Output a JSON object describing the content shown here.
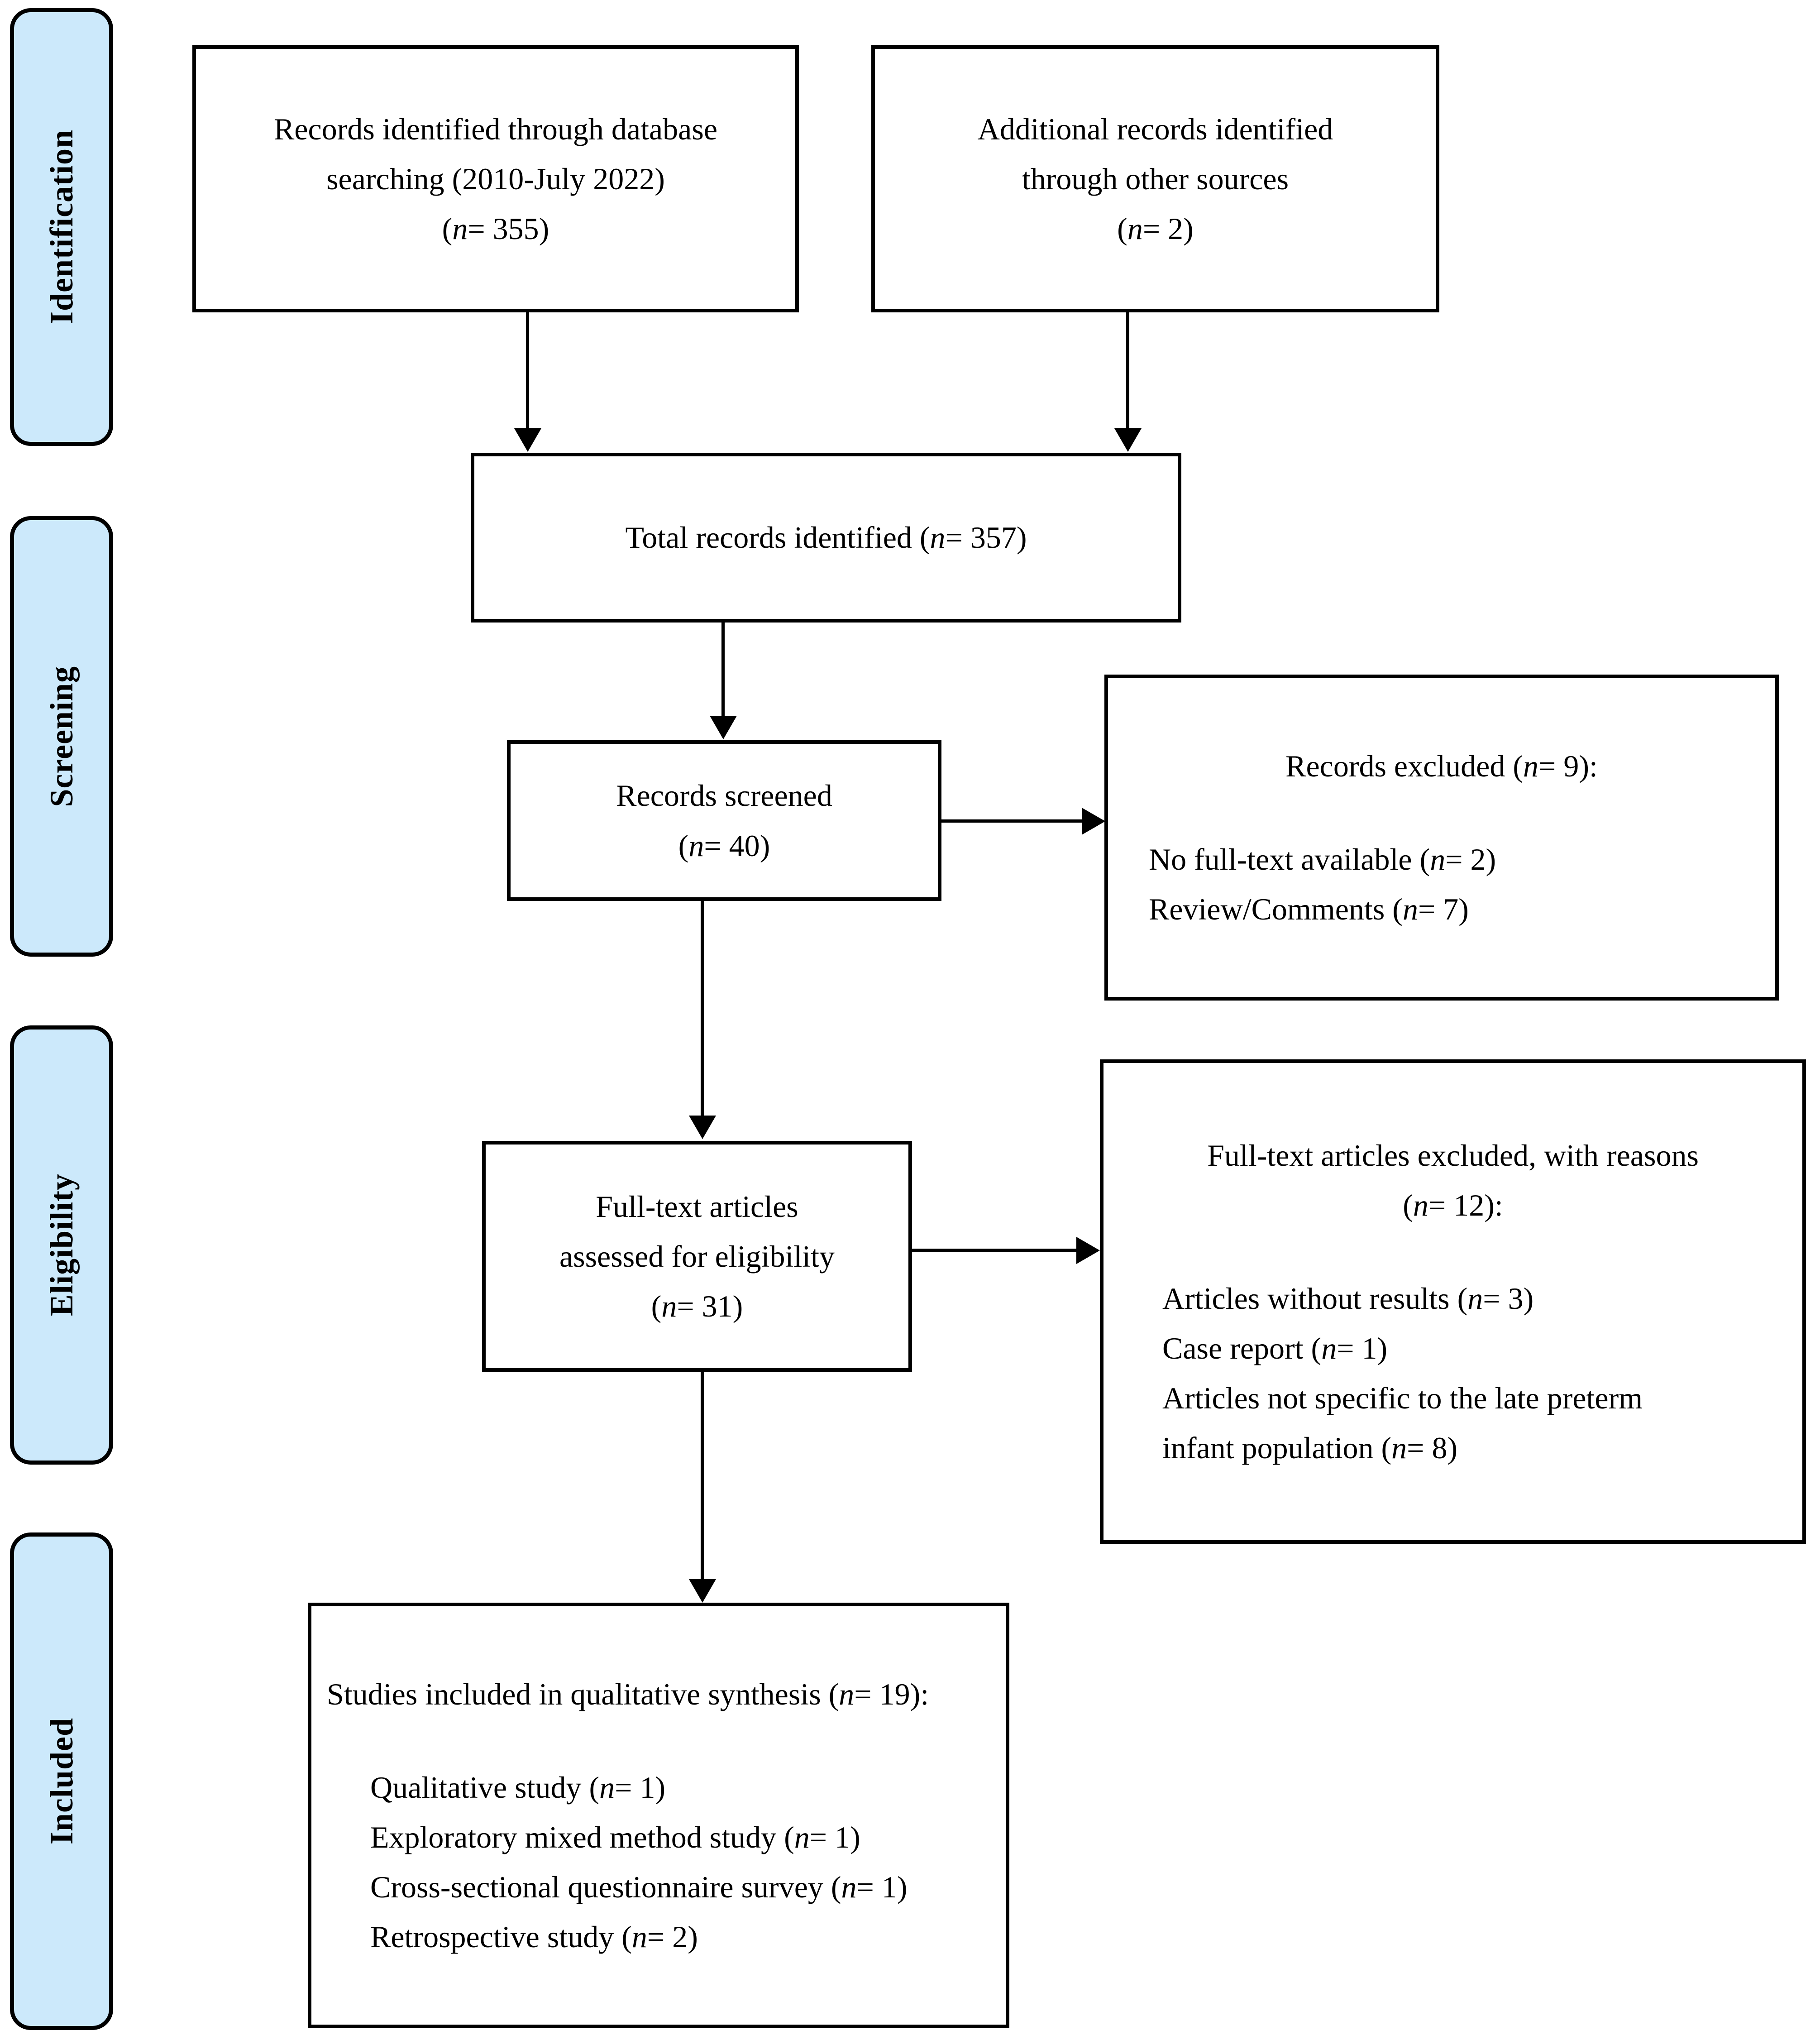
{
  "diagram": {
    "title": "PRISMA study selection flow diagram",
    "accent_color": "#cce9fb",
    "border_color": "#000000",
    "background_color": "#ffffff"
  },
  "stages": [
    {
      "id": "identification",
      "label": "Identification"
    },
    {
      "id": "screening",
      "label": "Screening"
    },
    {
      "id": "eligibility",
      "label": "Eligibility"
    },
    {
      "id": "included",
      "label": "Included"
    }
  ],
  "boxes": {
    "database_search": {
      "line1": "Records identified through database",
      "line2": "searching (2010-July 2022)",
      "line3_pre": "(",
      "line3_n": "n",
      "line3_post": "= 355)"
    },
    "other_sources": {
      "line1": "Additional records identified",
      "line2": "through other sources",
      "line3_pre": "(",
      "line3_n": "n",
      "line3_post": "= 2)"
    },
    "total_records": {
      "line1_pre": "Total records identified (",
      "line1_n": "n",
      "line1_post": "= 357)"
    },
    "records_screened": {
      "line1": "Records screened",
      "line2_pre": "(",
      "line2_n": "n",
      "line2_post": "= 40)"
    },
    "records_excluded": {
      "line1_pre": "Records excluded (",
      "line1_n": "n",
      "line1_post": "= 9):",
      "line2_pre": "No full-text available (",
      "line2_n": "n",
      "line2_post": "= 2)",
      "line3_pre": "Review/Comments (",
      "line3_n": "n",
      "line3_post": "= 7)"
    },
    "fulltext_assessed": {
      "line1": "Full-text articles",
      "line2": "assessed for eligibility",
      "line3_pre": "(",
      "line3_n": "n",
      "line3_post": "= 31)"
    },
    "fulltext_excluded": {
      "line1": "Full-text articles excluded, with reasons",
      "line2_pre": "(",
      "line2_n": "n",
      "line2_post": "= 12):",
      "reason1_pre": "Articles without results (",
      "reason1_n": "n",
      "reason1_post": "= 3)",
      "reason2_pre": "Case report (",
      "reason2_n": "n",
      "reason2_post": "= 1)",
      "reason3_pre": "Articles not specific to the late preterm",
      "reason3b_pre": "infant population (",
      "reason3_n": "n",
      "reason3_post": "= 8)"
    },
    "studies_included": {
      "line1_pre": "Studies included in qualitative synthesis (",
      "line1_n": "n",
      "line1_post": "= 19):",
      "item1_pre": "Qualitative study (",
      "item1_n": "n",
      "item1_post": "= 1)",
      "item2_pre": "Exploratory mixed method study (",
      "item2_n": "n",
      "item2_post": "= 1)",
      "item3_pre": "Cross-sectional questionnaire survey (",
      "item3_n": "n",
      "item3_post": "= 1)",
      "item4_pre": "Retrospective study (",
      "item4_n": "n",
      "item4_post": "= 2)"
    }
  },
  "chart_data": {
    "type": "diagram",
    "title": "PRISMA flow of study selection",
    "stages": [
      "Identification",
      "Screening",
      "Eligibility",
      "Included"
    ],
    "nodes": [
      {
        "id": "database_search",
        "stage": "Identification",
        "label": "Records identified through database searching (2010-July 2022)",
        "n": 355
      },
      {
        "id": "other_sources",
        "stage": "Identification",
        "label": "Additional records identified through other sources",
        "n": 2
      },
      {
        "id": "total_records",
        "stage": "Identification",
        "label": "Total records identified",
        "n": 357
      },
      {
        "id": "records_screened",
        "stage": "Screening",
        "label": "Records screened",
        "n": 40
      },
      {
        "id": "records_excluded",
        "stage": "Screening",
        "label": "Records excluded",
        "n": 9,
        "breakdown": [
          {
            "reason": "No full-text available",
            "n": 2
          },
          {
            "reason": "Review/Comments",
            "n": 7
          }
        ]
      },
      {
        "id": "fulltext_assessed",
        "stage": "Eligibility",
        "label": "Full-text articles assessed for eligibility",
        "n": 31
      },
      {
        "id": "fulltext_excluded",
        "stage": "Eligibility",
        "label": "Full-text articles excluded, with reasons",
        "n": 12,
        "breakdown": [
          {
            "reason": "Articles without results",
            "n": 3
          },
          {
            "reason": "Case report",
            "n": 1
          },
          {
            "reason": "Articles not specific to the late preterm infant population",
            "n": 8
          }
        ]
      },
      {
        "id": "studies_included",
        "stage": "Included",
        "label": "Studies included in qualitative synthesis",
        "n": 19,
        "breakdown": [
          {
            "reason": "Qualitative study",
            "n": 1
          },
          {
            "reason": "Exploratory mixed method study",
            "n": 1
          },
          {
            "reason": "Cross-sectional questionnaire survey",
            "n": 1
          },
          {
            "reason": "Retrospective study",
            "n": 2
          }
        ]
      }
    ],
    "edges": [
      {
        "from": "database_search",
        "to": "total_records",
        "type": "down"
      },
      {
        "from": "other_sources",
        "to": "total_records",
        "type": "down"
      },
      {
        "from": "total_records",
        "to": "records_screened",
        "type": "down"
      },
      {
        "from": "records_screened",
        "to": "records_excluded",
        "type": "right"
      },
      {
        "from": "records_screened",
        "to": "fulltext_assessed",
        "type": "down"
      },
      {
        "from": "fulltext_assessed",
        "to": "fulltext_excluded",
        "type": "right"
      },
      {
        "from": "fulltext_assessed",
        "to": "studies_included",
        "type": "down"
      }
    ]
  }
}
